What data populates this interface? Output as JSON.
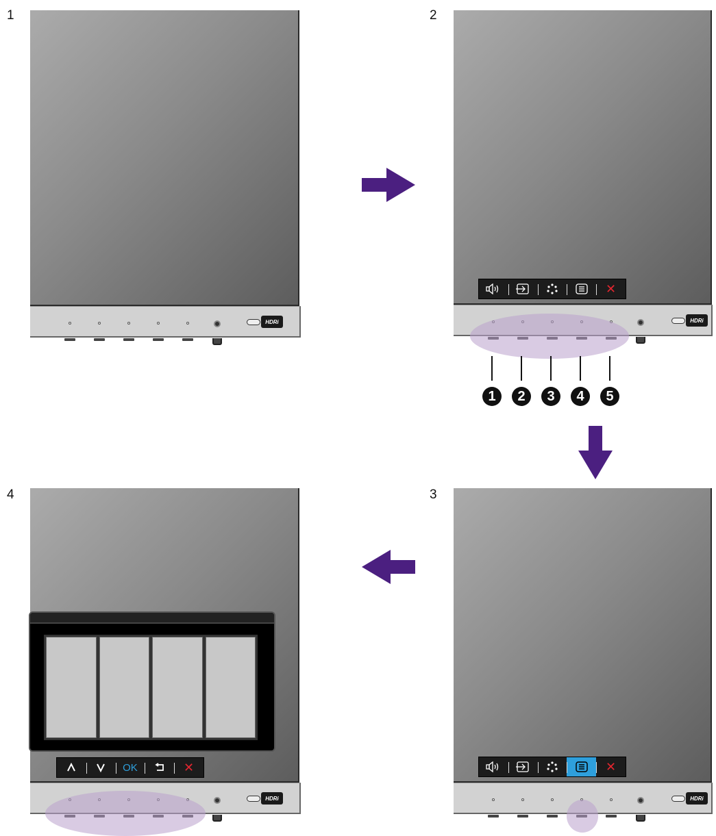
{
  "steps": [
    {
      "label": "1"
    },
    {
      "label": "2"
    },
    {
      "label": "3"
    },
    {
      "label": "4"
    }
  ],
  "badge_text": "HDRi",
  "hotkeys_default": [
    "volume-icon",
    "input-icon",
    "color-mode-icon",
    "menu-icon",
    "close-icon"
  ],
  "hotkeys_nav": [
    "up-icon",
    "down-icon",
    "ok",
    "back-icon",
    "close-icon"
  ],
  "nav_ok_label": "OK",
  "callouts": [
    "1",
    "2",
    "3",
    "4",
    "5"
  ],
  "colors": {
    "arrow": "#4b1f80",
    "highlight": "#baa0cc",
    "selected_key": "#2e9fdc",
    "close_red": "#e3262f"
  }
}
